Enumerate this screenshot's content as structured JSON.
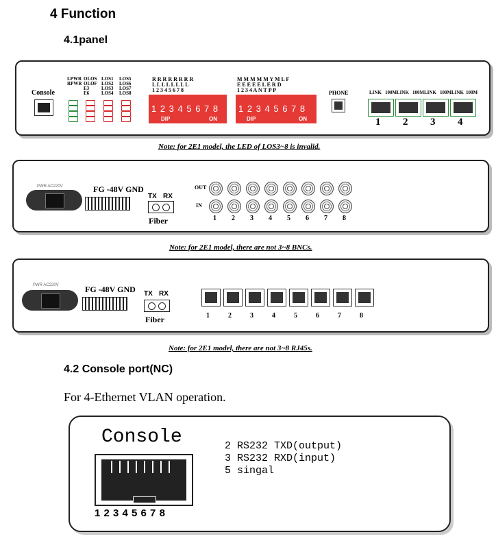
{
  "headings": {
    "section": "4 Function",
    "panel": "4.1panel",
    "console_port": "4.2 Console port(NC)"
  },
  "panel1": {
    "console_label": "Console",
    "led_col1": "LPWR\nRPWR",
    "led_col2": "OLOS\nOLOF\nE3\nE6",
    "led_col3": "LOS1\nLOS2\nLOS3\nLOS4",
    "led_col4": "LOS5\nLOS6\nLOS7\nLOS8",
    "dip1_top": "R R R R R R R R\nL L L L L L L L\n1 2 3 4 5 6 7 8",
    "dip2_top": "M M M M M Y M L F\nE E E E E L E R D\n1 2 3 4 A N T P P",
    "dip_numbers": "1 2 3 4 5 6 7 8",
    "dip_left": "DIP",
    "dip_right": "ON",
    "phone": "PHONE",
    "eth_link": "LINK",
    "eth_100m": "100M",
    "eth_ports": [
      "1",
      "2",
      "3",
      "4"
    ]
  },
  "note1": "Note: for 2E1 model, the LED of LOS3~8 is invalid.",
  "panel2": {
    "power": "PWR AC220V",
    "fg": "FG -48V GND",
    "tx": "TX",
    "rx": "RX",
    "fiber": "Fiber",
    "out": "OUT",
    "in": "IN",
    "ports": [
      "1",
      "2",
      "3",
      "4",
      "5",
      "6",
      "7",
      "8"
    ]
  },
  "note2": "Note: for 2E1 model, there are not 3~8 BNCs.",
  "panel3": {
    "power": "PWR AC220V",
    "fg": "FG -48V GND",
    "tx": "TX",
    "rx": "RX",
    "fiber": "Fiber",
    "ports": [
      "1",
      "2",
      "3",
      "4",
      "5",
      "6",
      "7",
      "8"
    ]
  },
  "note3": "Note: for 2E1 model, there are not 3~8 RJ45s.",
  "intro_text": "For 4-Ethernet VLAN operation.",
  "console_box": {
    "title": "Console",
    "pin2": "2 RS232 TXD(output)",
    "pin3": "3 RS232 RXD(input)",
    "pin5": "5 singal",
    "pins": "1 2 3 4 5 6 7 8"
  },
  "colors": {
    "led_green": "#2a8c3a",
    "led_red": "#d62828",
    "dip_red": "#e53935"
  }
}
